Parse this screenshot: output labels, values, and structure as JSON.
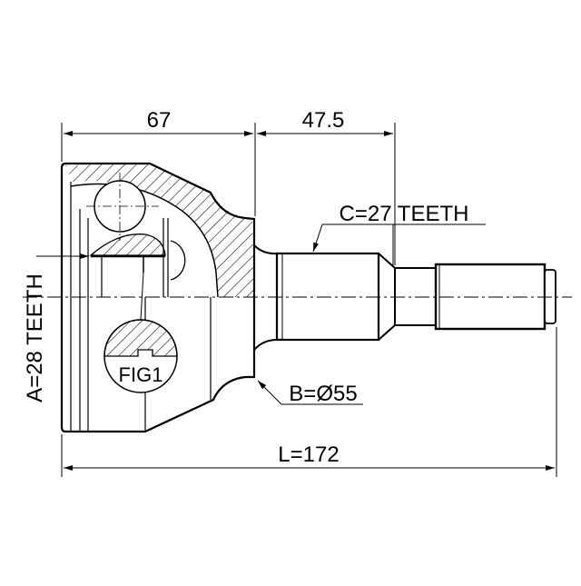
{
  "drawing": {
    "dimensions": {
      "body_length": "67",
      "shaft_length": "47.5",
      "total_length": "L=172"
    },
    "labels": {
      "inner_spline": "A=28 TEETH",
      "outer_spline": "C=27 TEETH",
      "seal_diameter": "B=Ø55",
      "detail": "FIG1"
    },
    "colors": {
      "line": "#000000",
      "background": "#ffffff"
    }
  }
}
